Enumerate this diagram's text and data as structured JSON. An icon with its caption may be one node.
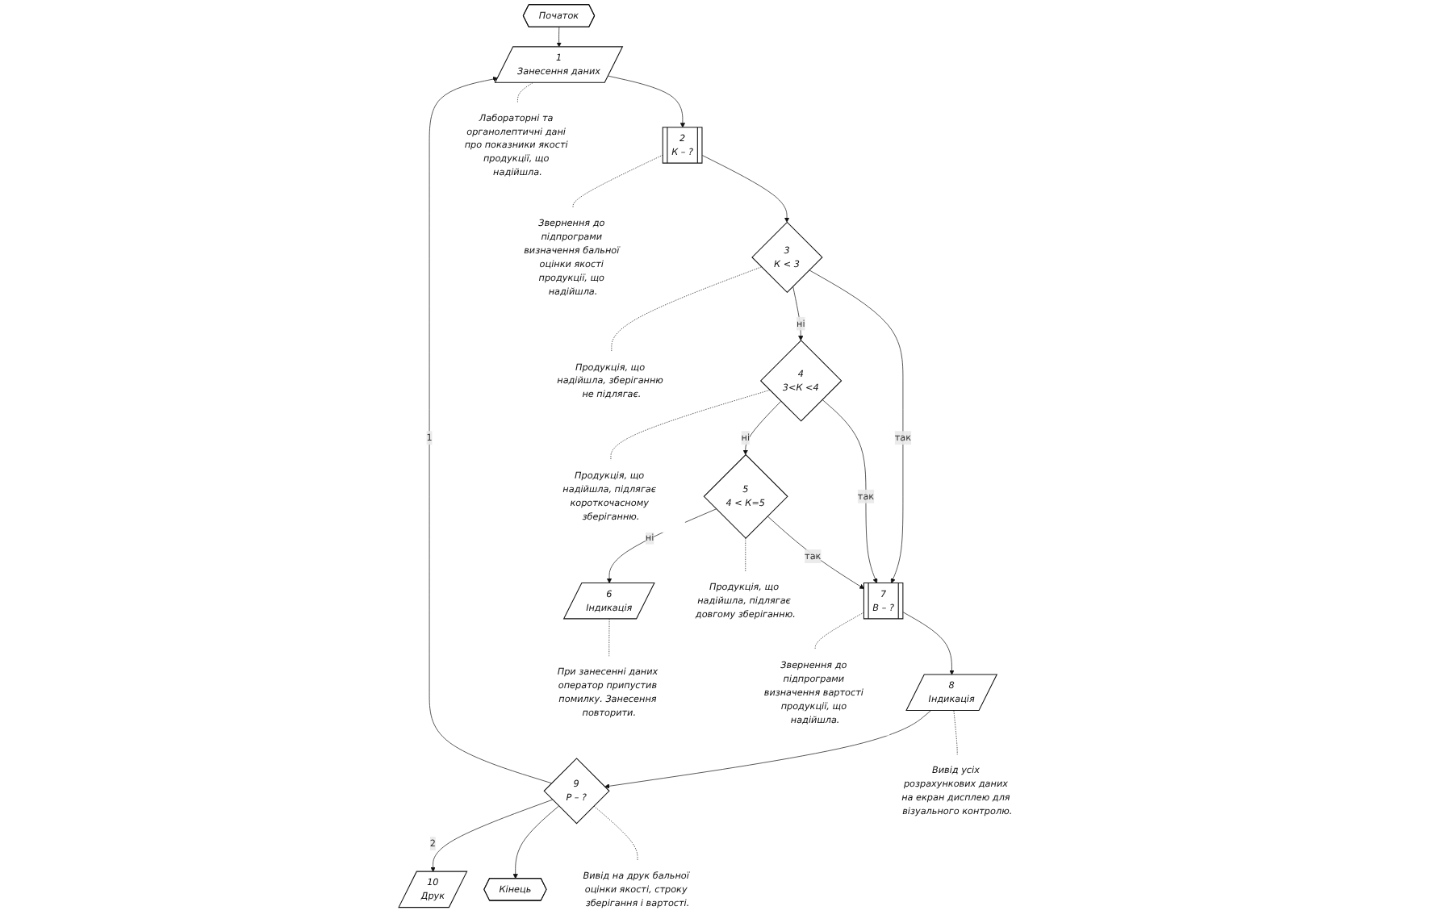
{
  "diagram": {
    "nodes": [
      {
        "text": [
          "Початок"
        ]
      },
      {
        "text": [
          "1",
          "Занесення даних"
        ]
      },
      {
        "text": [
          "2",
          "К – ?"
        ]
      },
      {
        "text": [
          "3",
          "К < 3"
        ]
      },
      {
        "text": [
          "4",
          "3<К <4"
        ]
      },
      {
        "text": [
          "5",
          "4 < К=5"
        ]
      },
      {
        "text": [
          "6",
          "Індикація"
        ]
      },
      {
        "text": [
          "7",
          "В – ?"
        ]
      },
      {
        "text": [
          "8",
          "Індикація"
        ]
      },
      {
        "text": [
          "9",
          "Р – ?"
        ]
      },
      {
        "text": [
          "10",
          "Друк"
        ]
      },
      {
        "text": [
          "Кінець"
        ]
      },
      {
        "text": [
          "Лабораторні та органолептичні дані про показники якості продукції, що надійшла."
        ]
      },
      {
        "text": [
          "Звернення до підпрограми визначення бальної оцінки якості продукції, що надійшла."
        ]
      },
      {
        "text": [
          "Продукція, що надійшла, зберіганню не підлягає."
        ]
      },
      {
        "text": [
          "Продукція, що надійшла, підлягає короткочасному зберіганню."
        ]
      },
      {
        "text": [
          "Продукція, що надійшла, підлягає довгому зберіганню."
        ]
      },
      {
        "text": [
          "При занесенні даних оператор припустив помилку. Занесення повторити."
        ]
      },
      {
        "text": [
          "Звернення до підпрограми визначення вартості продукції, що надійшла."
        ]
      },
      {
        "text": [
          "Вивід усіх розрахункових даних на екран дисплею для візуального контролю."
        ]
      },
      {
        "text": [
          "Вивід на друк бальної оцінки якості, строку зберігання і вартості."
        ]
      }
    ],
    "edges": [
      {
        "from": 0,
        "to": 1,
        "arrow": "to"
      },
      {
        "from": 1,
        "to": 2,
        "arrow": "to"
      },
      {
        "from": 2,
        "to": 3,
        "arrow": "to"
      },
      {
        "from": 3,
        "to": 7,
        "arrow": "to",
        "label": "так"
      },
      {
        "from": 3,
        "to": 4,
        "arrow": "to",
        "label": "ні"
      },
      {
        "from": 4,
        "to": 7,
        "arrow": "to",
        "label": "так"
      },
      {
        "from": 4,
        "to": 5,
        "arrow": "to",
        "label": "ні"
      },
      {
        "from": 5,
        "to": 7,
        "arrow": "to",
        "label": "так"
      },
      {
        "from": 5,
        "to": 6,
        "arrow": "to",
        "label": "ні"
      },
      {
        "from": 7,
        "to": 8,
        "arrow": "to"
      },
      {
        "from": 8,
        "to": 9,
        "arrow": "to"
      },
      {
        "from": 9,
        "to": 10,
        "arrow": "to",
        "label": "2"
      },
      {
        "from": 9,
        "to": 1,
        "arrow": "to",
        "label": "1"
      },
      {
        "from": 9,
        "to": 11,
        "arrow": "to"
      },
      {
        "from": 1,
        "to": 12,
        "arrow": "none",
        "style": "dashed"
      },
      {
        "from": 2,
        "to": 13,
        "arrow": "none",
        "style": "dashed"
      },
      {
        "from": 3,
        "to": 14,
        "arrow": "none",
        "style": "dashed"
      },
      {
        "from": 4,
        "to": 15,
        "arrow": "none",
        "style": "dashed"
      },
      {
        "from": 5,
        "to": 16,
        "arrow": "none",
        "style": "dashed"
      },
      {
        "from": 6,
        "to": 17,
        "arrow": "none",
        "style": "dashed"
      },
      {
        "from": 7,
        "to": 18,
        "arrow": "none",
        "style": "dashed"
      },
      {
        "from": 8,
        "to": 19,
        "arrow": "none",
        "style": "dashed"
      },
      {
        "from": 9,
        "to": 20,
        "arrow": "none",
        "style": "dashed"
      }
    ]
  }
}
